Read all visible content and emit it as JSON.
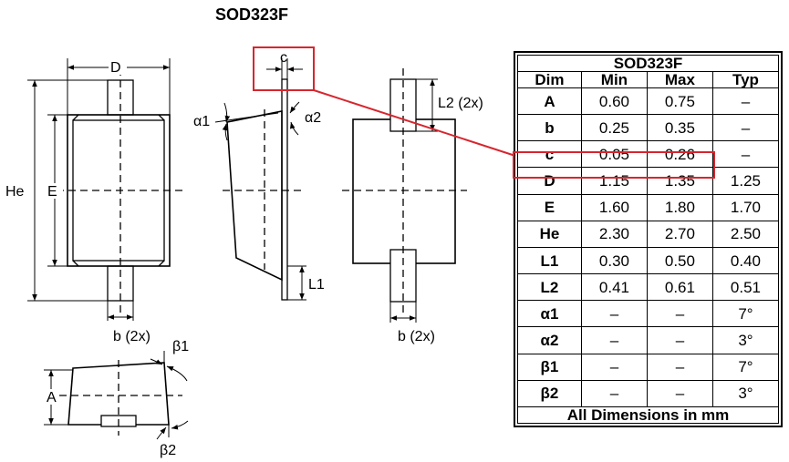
{
  "title": "SOD323F",
  "labels": {
    "D": "D",
    "He": "He",
    "E": "E",
    "b_left": "b (2x)",
    "c": "c",
    "alpha1": "α1",
    "alpha2": "α2",
    "L1": "L1",
    "L2": "L2 (2x)",
    "b_right": "b (2x)",
    "beta1": "β1",
    "A": "A",
    "beta2": "β2"
  },
  "table": {
    "title": "SOD323F",
    "headers": [
      "Dim",
      "Min",
      "Max",
      "Typ"
    ],
    "rows": [
      [
        "A",
        "0.60",
        "0.75",
        "–"
      ],
      [
        "b",
        "0.25",
        "0.35",
        "–"
      ],
      [
        "c",
        "0.05",
        "0.26",
        "–"
      ],
      [
        "D",
        "1.15",
        "1.35",
        "1.25"
      ],
      [
        "E",
        "1.60",
        "1.80",
        "1.70"
      ],
      [
        "He",
        "2.30",
        "2.70",
        "2.50"
      ],
      [
        "L1",
        "0.30",
        "0.50",
        "0.40"
      ],
      [
        "L2",
        "0.41",
        "0.61",
        "0.51"
      ],
      [
        "α1",
        "–",
        "–",
        "7°"
      ],
      [
        "α2",
        "–",
        "–",
        "3°"
      ],
      [
        "β1",
        "–",
        "–",
        "7°"
      ],
      [
        "β2",
        "–",
        "–",
        "3°"
      ]
    ],
    "footer": "All Dimensions in mm"
  },
  "highlight_color": "#d6262e"
}
